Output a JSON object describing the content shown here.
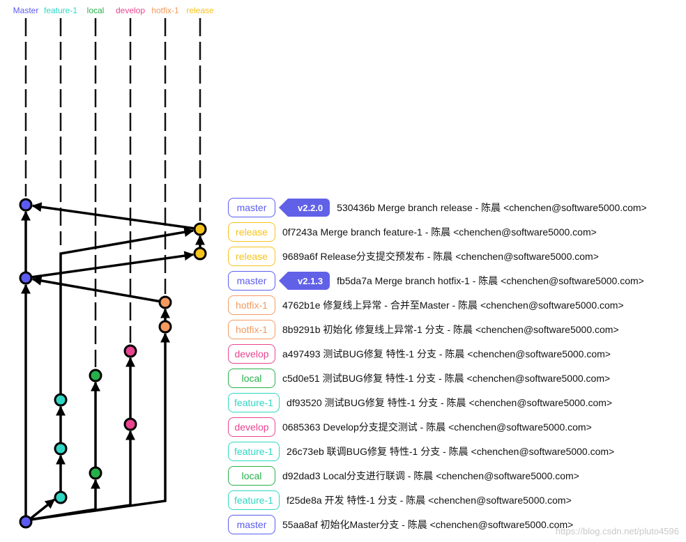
{
  "colors": {
    "Master": "#5b5bf0",
    "feature-1": "#2fd6c3",
    "local": "#27b04a",
    "develop": "#e8448f",
    "hotfix-1": "#f39a5f",
    "release": "#f6c21c",
    "tag": "#6161e8"
  },
  "lanes": [
    {
      "name": "Master"
    },
    {
      "name": "feature-1"
    },
    {
      "name": "local"
    },
    {
      "name": "develop"
    },
    {
      "name": "hotfix-1"
    },
    {
      "name": "release"
    }
  ],
  "commits": [
    {
      "lane": "Master",
      "branch": "master",
      "tag": "v2.2.0",
      "message": "530436b Merge branch release - 陈晨 <chenchen@software5000.com>"
    },
    {
      "lane": "release",
      "branch": "release",
      "tag": "",
      "message": "0f7243a Merge branch feature-1 - 陈晨 <chenchen@software5000.com>"
    },
    {
      "lane": "release",
      "branch": "release",
      "tag": "",
      "message": "9689a6f Release分支提交预发布 - 陈晨 <chenchen@software5000.com>"
    },
    {
      "lane": "Master",
      "branch": "master",
      "tag": "v2.1.3",
      "message": "fb5da7a Merge branch hotfix-1 - 陈晨 <chenchen@software5000.com>"
    },
    {
      "lane": "hotfix-1",
      "branch": "hotfix-1",
      "tag": "",
      "message": "4762b1e 修复线上异常 - 合并至Master - 陈晨 <chenchen@software5000.com>"
    },
    {
      "lane": "hotfix-1",
      "branch": "hotfix-1",
      "tag": "",
      "message": "8b9291b 初始化 修复线上异常-1 分支 - 陈晨 <chenchen@software5000.com>"
    },
    {
      "lane": "develop",
      "branch": "develop",
      "tag": "",
      "message": "a497493 测试BUG修复 特性-1 分支 - 陈晨 <chenchen@software5000.com>"
    },
    {
      "lane": "local",
      "branch": "local",
      "tag": "",
      "message": "c5d0e51 测试BUG修复 特性-1 分支 - 陈晨 <chenchen@software5000.com>"
    },
    {
      "lane": "feature-1",
      "branch": "feature-1",
      "tag": "",
      "message": "df93520 测试BUG修复 特性-1 分支 - 陈晨 <chenchen@software5000.com>"
    },
    {
      "lane": "develop",
      "branch": "develop",
      "tag": "",
      "message": "0685363 Develop分支提交测试 - 陈晨 <chenchen@software5000.com>"
    },
    {
      "lane": "feature-1",
      "branch": "feature-1",
      "tag": "",
      "message": "26c73eb 联调BUG修复 特性-1 分支 - 陈晨 <chenchen@software5000.com>"
    },
    {
      "lane": "local",
      "branch": "local",
      "tag": "",
      "message": "d92dad3 Local分支进行联调 - 陈晨 <chenchen@software5000.com>"
    },
    {
      "lane": "feature-1",
      "branch": "feature-1",
      "tag": "",
      "message": "f25de8a 开发 特性-1 分支 - 陈晨 <chenchen@software5000.com>"
    },
    {
      "lane": "Master",
      "branch": "master",
      "tag": "",
      "message": "55aa8af 初始化Master分支 - 陈晨 <chenchen@software5000.com>"
    }
  ],
  "edges": [
    {
      "from": 13,
      "to": 12
    },
    {
      "from": 13,
      "to": 11
    },
    {
      "from": 13,
      "to": 9
    },
    {
      "from": 13,
      "to": 5
    },
    {
      "from": 13,
      "to": 3
    },
    {
      "from": 12,
      "to": 10
    },
    {
      "from": 10,
      "to": 8
    },
    {
      "from": 8,
      "to": 1
    },
    {
      "from": 11,
      "to": 7
    },
    {
      "from": 9,
      "to": 6
    },
    {
      "from": 5,
      "to": 4
    },
    {
      "from": 4,
      "to": 3
    },
    {
      "from": 3,
      "to": 2
    },
    {
      "from": 3,
      "to": 0
    },
    {
      "from": 2,
      "to": 1
    },
    {
      "from": 1,
      "to": 0
    }
  ],
  "watermark": "https://blog.csdn.net/pluto4596"
}
